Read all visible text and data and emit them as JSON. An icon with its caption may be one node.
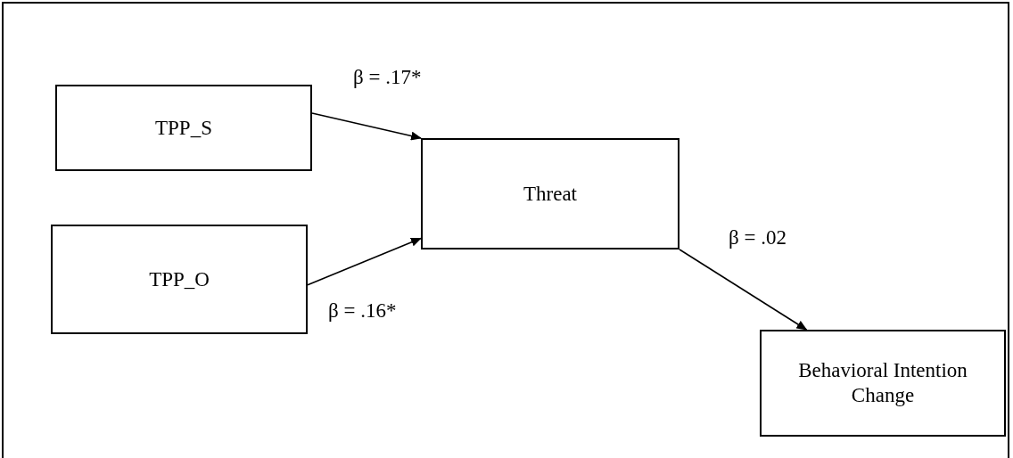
{
  "diagram": {
    "nodes": [
      {
        "text": [
          "TPP_S"
        ]
      },
      {
        "text": [
          "Threat"
        ]
      },
      {
        "text": [
          "TPP_O"
        ]
      },
      {
        "text": [
          "Behavioral Intention Change"
        ]
      }
    ],
    "edges": [
      {
        "from": 0,
        "to": 1,
        "arrow": "to",
        "label": "β = .17*"
      },
      {
        "from": 2,
        "to": 1,
        "arrow": "to",
        "label": "β = .16*"
      },
      {
        "from": 1,
        "to": 3,
        "arrow": "to",
        "label": "β = .02"
      }
    ]
  }
}
